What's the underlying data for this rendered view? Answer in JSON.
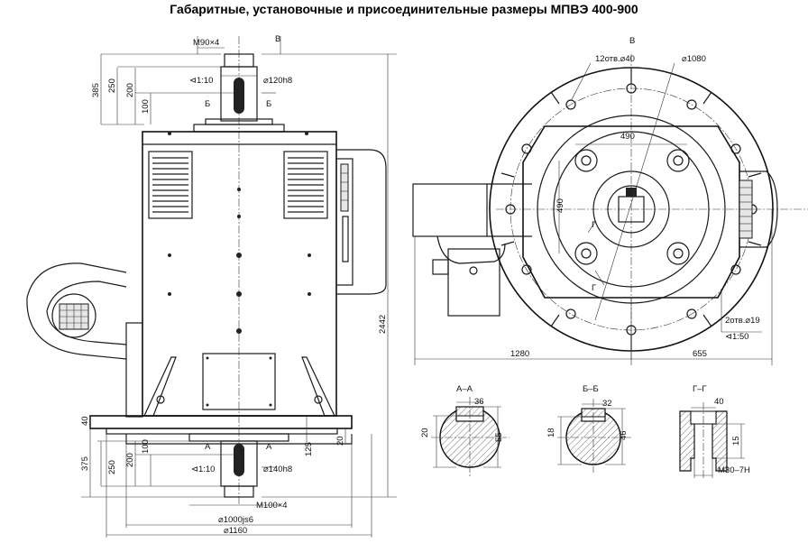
{
  "title": "Габаритные, установочные и присоединительные размеры МПВЭ 400-900",
  "front_view": {
    "dims": {
      "top_thread": "М90×4",
      "arrow_B": "В",
      "taper_top": "⊲1:10",
      "shaft_top": "⌀120h8",
      "section_B": "Б",
      "v385": "385",
      "v250_top": "250",
      "v200_top": "200",
      "v100_top": "100",
      "height_total": "2442",
      "v40": "40",
      "v375": "375",
      "v250_bot": "250",
      "v200_bot": "200",
      "v100_bot": "100",
      "section_A": "А",
      "taper_bot": "⊲1:10",
      "shaft_bot": "⌀140h8",
      "v125": "125",
      "v20": "20",
      "bot_thread": "М100×4",
      "d1000": "⌀1000js6",
      "d1160": "⌀1160"
    }
  },
  "top_view": {
    "dims": {
      "view_label": "В",
      "holes_12": "12отв.⌀40",
      "d1080": "⌀1080",
      "h490": "490",
      "v490": "490",
      "section_G": "Г",
      "holes_2": "2отв.⌀19",
      "taper": "⊲1:50",
      "w1280": "1280",
      "w655": "655"
    }
  },
  "sections": {
    "aa": {
      "label": "А–А",
      "width": "36",
      "left": "20",
      "right": "55"
    },
    "bb": {
      "label": "Б–Б",
      "width": "32",
      "left": "18",
      "right": "46"
    },
    "gg": {
      "label": "Г–Г",
      "width": "40",
      "right": "15",
      "thread": "М30–7Н"
    }
  }
}
